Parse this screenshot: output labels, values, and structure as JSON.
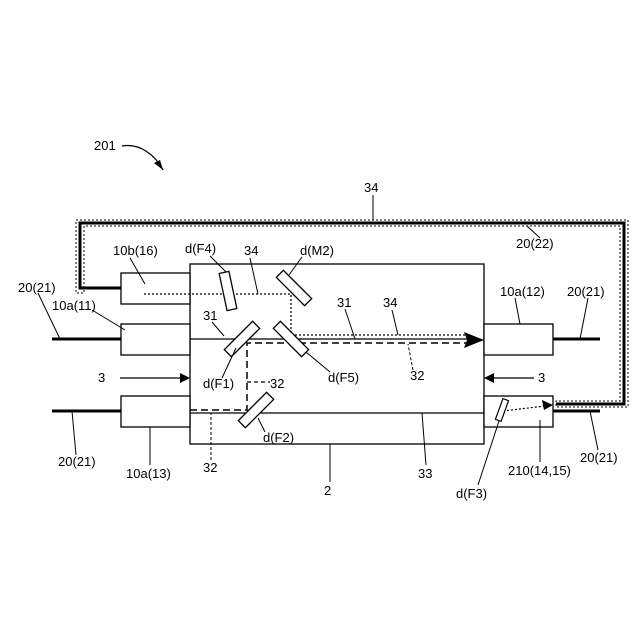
{
  "figure": {
    "device_ref": "201",
    "labels": {
      "fiber_34_top": "34",
      "fiber_20_22": "20(22)",
      "ferrule_10b_16": "10b(16)",
      "filter_F4": "d(F4)",
      "beam_34_upper": "34",
      "mirror_M2": "d(M2)",
      "fiber_20_21_left_top": "20(21)",
      "ferrule_10a_11": "10a(11)",
      "beam_31_left": "31",
      "beam_31_mid": "31",
      "beam_34_mid": "34",
      "ferrule_10a_12": "10a(12)",
      "fiber_20_21_right_top": "20(21)",
      "filter_F1": "d(F1)",
      "beam_32_left": "32",
      "filter_F5": "d(F5)",
      "beam_32_right": "32",
      "ref_3_left": "3",
      "ref_3_right": "3",
      "filter_F2": "d(F2)",
      "beam_32_bottom": "32",
      "fiber_20_21_left_bottom": "20(21)",
      "ferrule_10a_13": "10a(13)",
      "body_2": "2",
      "beam_33": "33",
      "assembly_210": "210(14,15)",
      "fiber_20_21_right_bottom": "20(21)",
      "filter_F3": "d(F3)"
    }
  }
}
